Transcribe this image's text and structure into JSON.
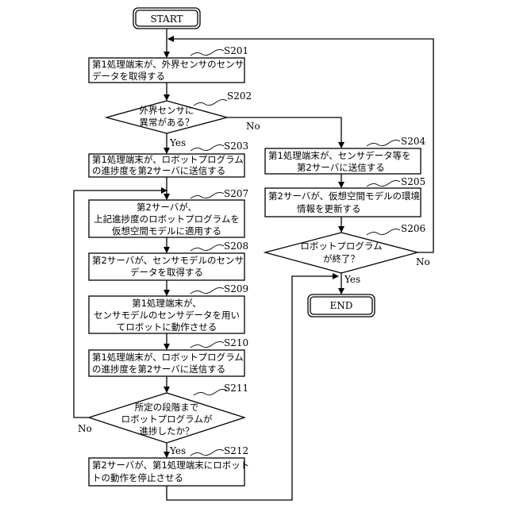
{
  "terminals": {
    "start": "START",
    "end": "END"
  },
  "steps": {
    "s201": {
      "label": "S201",
      "lines": [
        "第1処理端末が、外界センサのセンサ",
        "データを取得する"
      ]
    },
    "s202": {
      "label": "S202",
      "lines": [
        "外界センサに",
        "異常がある？"
      ]
    },
    "s203": {
      "label": "S203",
      "lines": [
        "第1処理端末が、ロボットプログラム",
        "の進捗度を第2サーバに送信する"
      ]
    },
    "s204": {
      "label": "S204",
      "lines": [
        "第1処理端末が、センサデータ等を",
        "第2サーバに送信する"
      ]
    },
    "s205": {
      "label": "S205",
      "lines": [
        "第2サーバが、仮想空間モデルの環境",
        "情報を更新する"
      ]
    },
    "s206": {
      "label": "S206",
      "lines": [
        "ロボットプログラム",
        "が終了？"
      ]
    },
    "s207": {
      "label": "S207",
      "lines": [
        "第2サーバが、",
        "上記進捗度のロボットプログラムを",
        "仮想空間モデルに適用する"
      ]
    },
    "s208": {
      "label": "S208",
      "lines": [
        "第2サーバが、センサモデルのセンサ",
        "データを取得する"
      ]
    },
    "s209": {
      "label": "S209",
      "lines": [
        "第1処理端末が、",
        "センサモデルのセンサデータを用い",
        "てロボットに動作させる"
      ]
    },
    "s210": {
      "label": "S210",
      "lines": [
        "第1処理端末が、ロボットプログラム",
        "の進捗度を第2サーバに送信する"
      ]
    },
    "s211": {
      "label": "S211",
      "lines": [
        "所定の段階まで",
        "ロボットプログラムが",
        "進捗したか？"
      ]
    },
    "s212": {
      "label": "S212",
      "lines": [
        "第2サーバが、第1処理端末にロボット",
        "トの動作を停止させる"
      ]
    }
  },
  "branches": {
    "s202_no": "No",
    "s202_yes": "Yes",
    "s206_no": "No",
    "s206_yes": "Yes",
    "s211_no": "No",
    "s211_yes": "Yes"
  }
}
